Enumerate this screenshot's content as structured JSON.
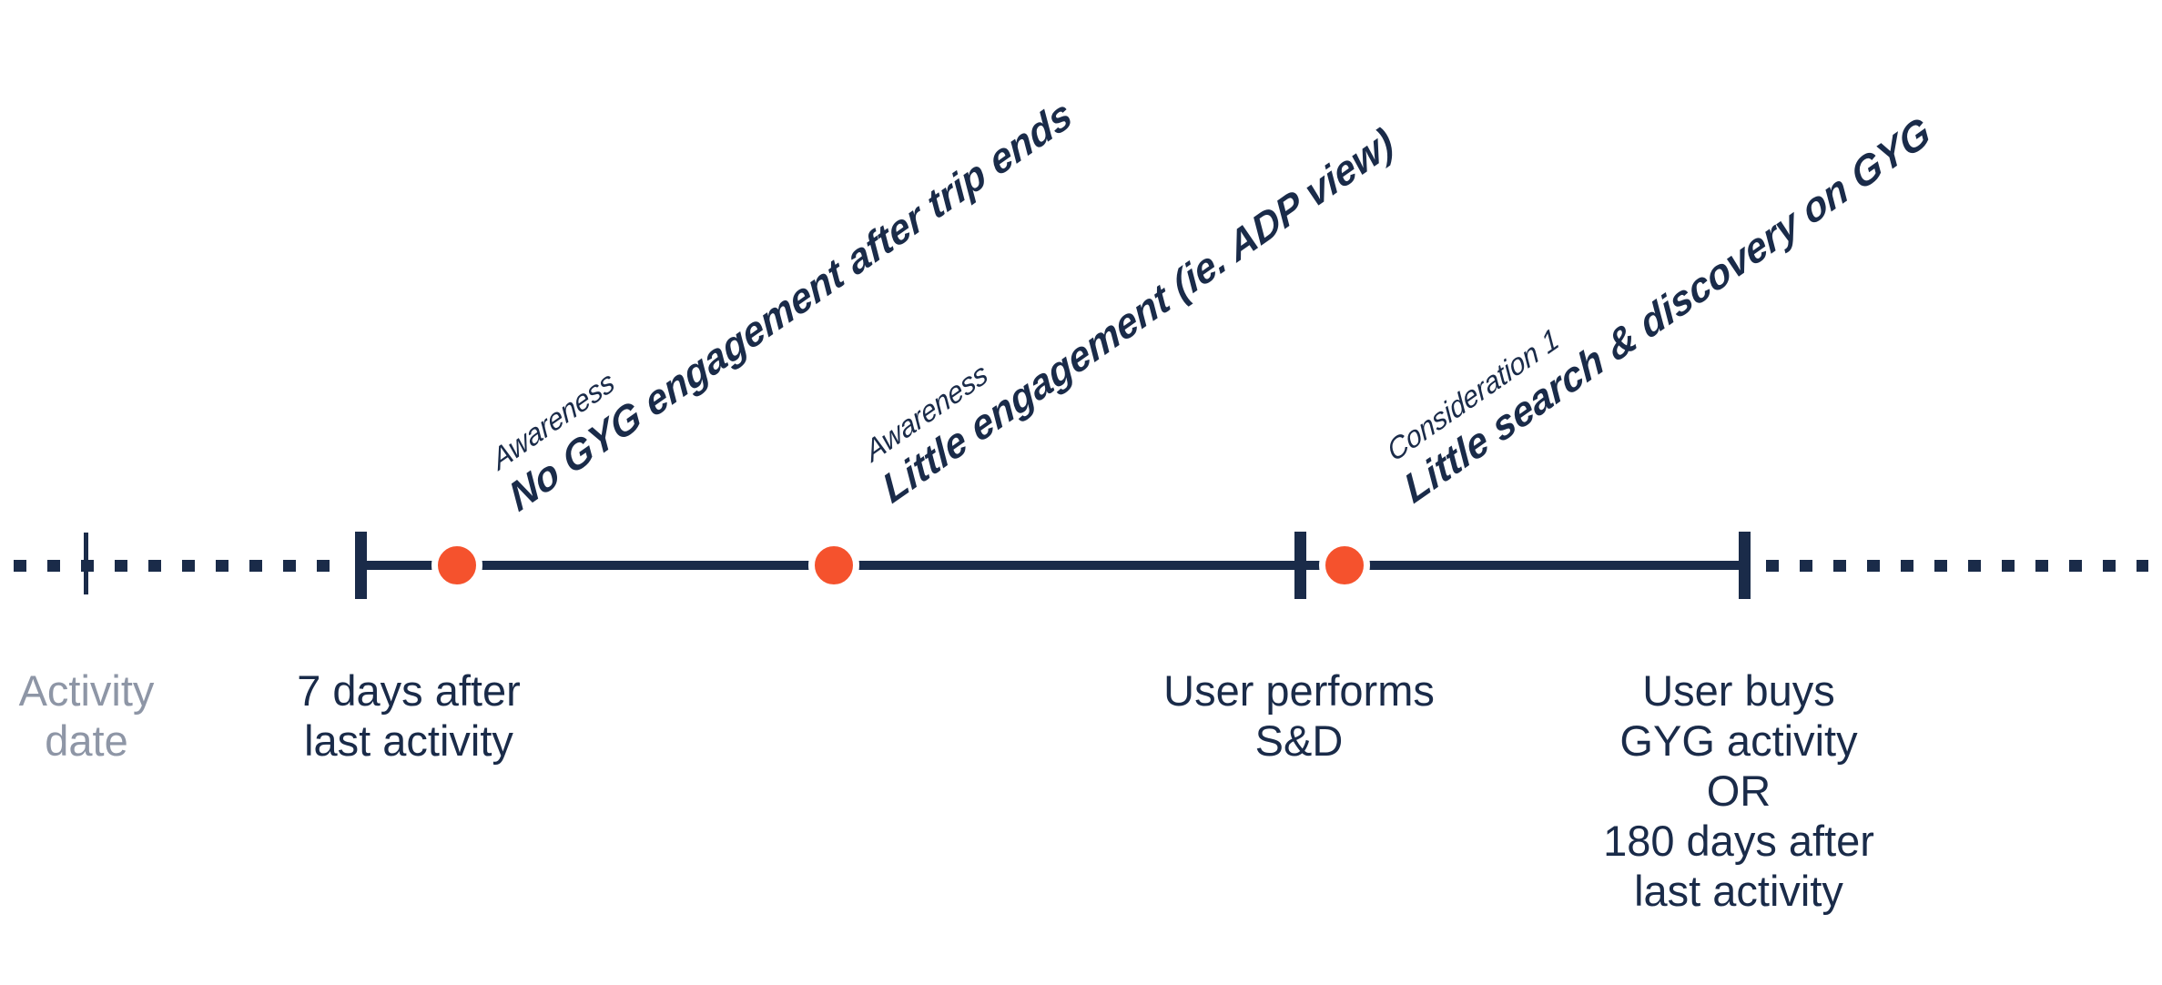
{
  "colors": {
    "navy": "#1a2b49",
    "orange": "#f5522d",
    "grey_label": "#8e96a6",
    "background": "#ffffff"
  },
  "timeline": {
    "milestones": [
      {
        "id": "activity-date",
        "line1": "Activity",
        "line2": "date"
      },
      {
        "id": "seven-days-after",
        "line1": "7 days after",
        "line2": "last activity"
      },
      {
        "id": "user-performs-sd",
        "line1": "User performs",
        "line2": "S&D"
      },
      {
        "id": "user-buys",
        "line1": "User buys",
        "line2": "GYG activity",
        "line3": "OR",
        "line4": "180 days after",
        "line5": "last activity"
      }
    ],
    "phases": [
      {
        "stage": "Awareness",
        "description": "No GYG engagement after trip ends"
      },
      {
        "stage": "Awareness",
        "description": "Little engagement (ie. ADP view)"
      },
      {
        "stage": "Consideration 1",
        "description": "Little search & discovery on GYG"
      }
    ]
  }
}
